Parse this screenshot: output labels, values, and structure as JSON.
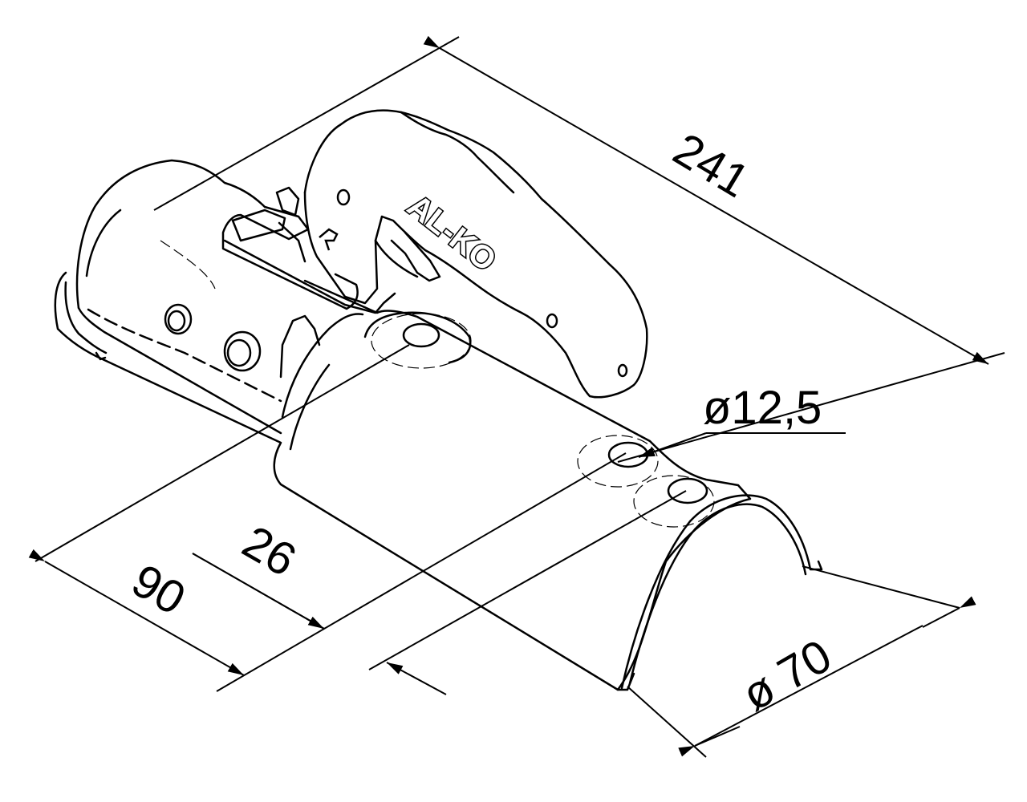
{
  "drawing": {
    "brand_label": "AL-KO",
    "dimensions": {
      "overall_length": "241",
      "hole_diameter": "ø12,5",
      "offset_90": "90",
      "hole_spacing": "26",
      "tube_diameter": "ø 70"
    }
  },
  "colors": {
    "line": "#000000",
    "background": "#ffffff"
  }
}
